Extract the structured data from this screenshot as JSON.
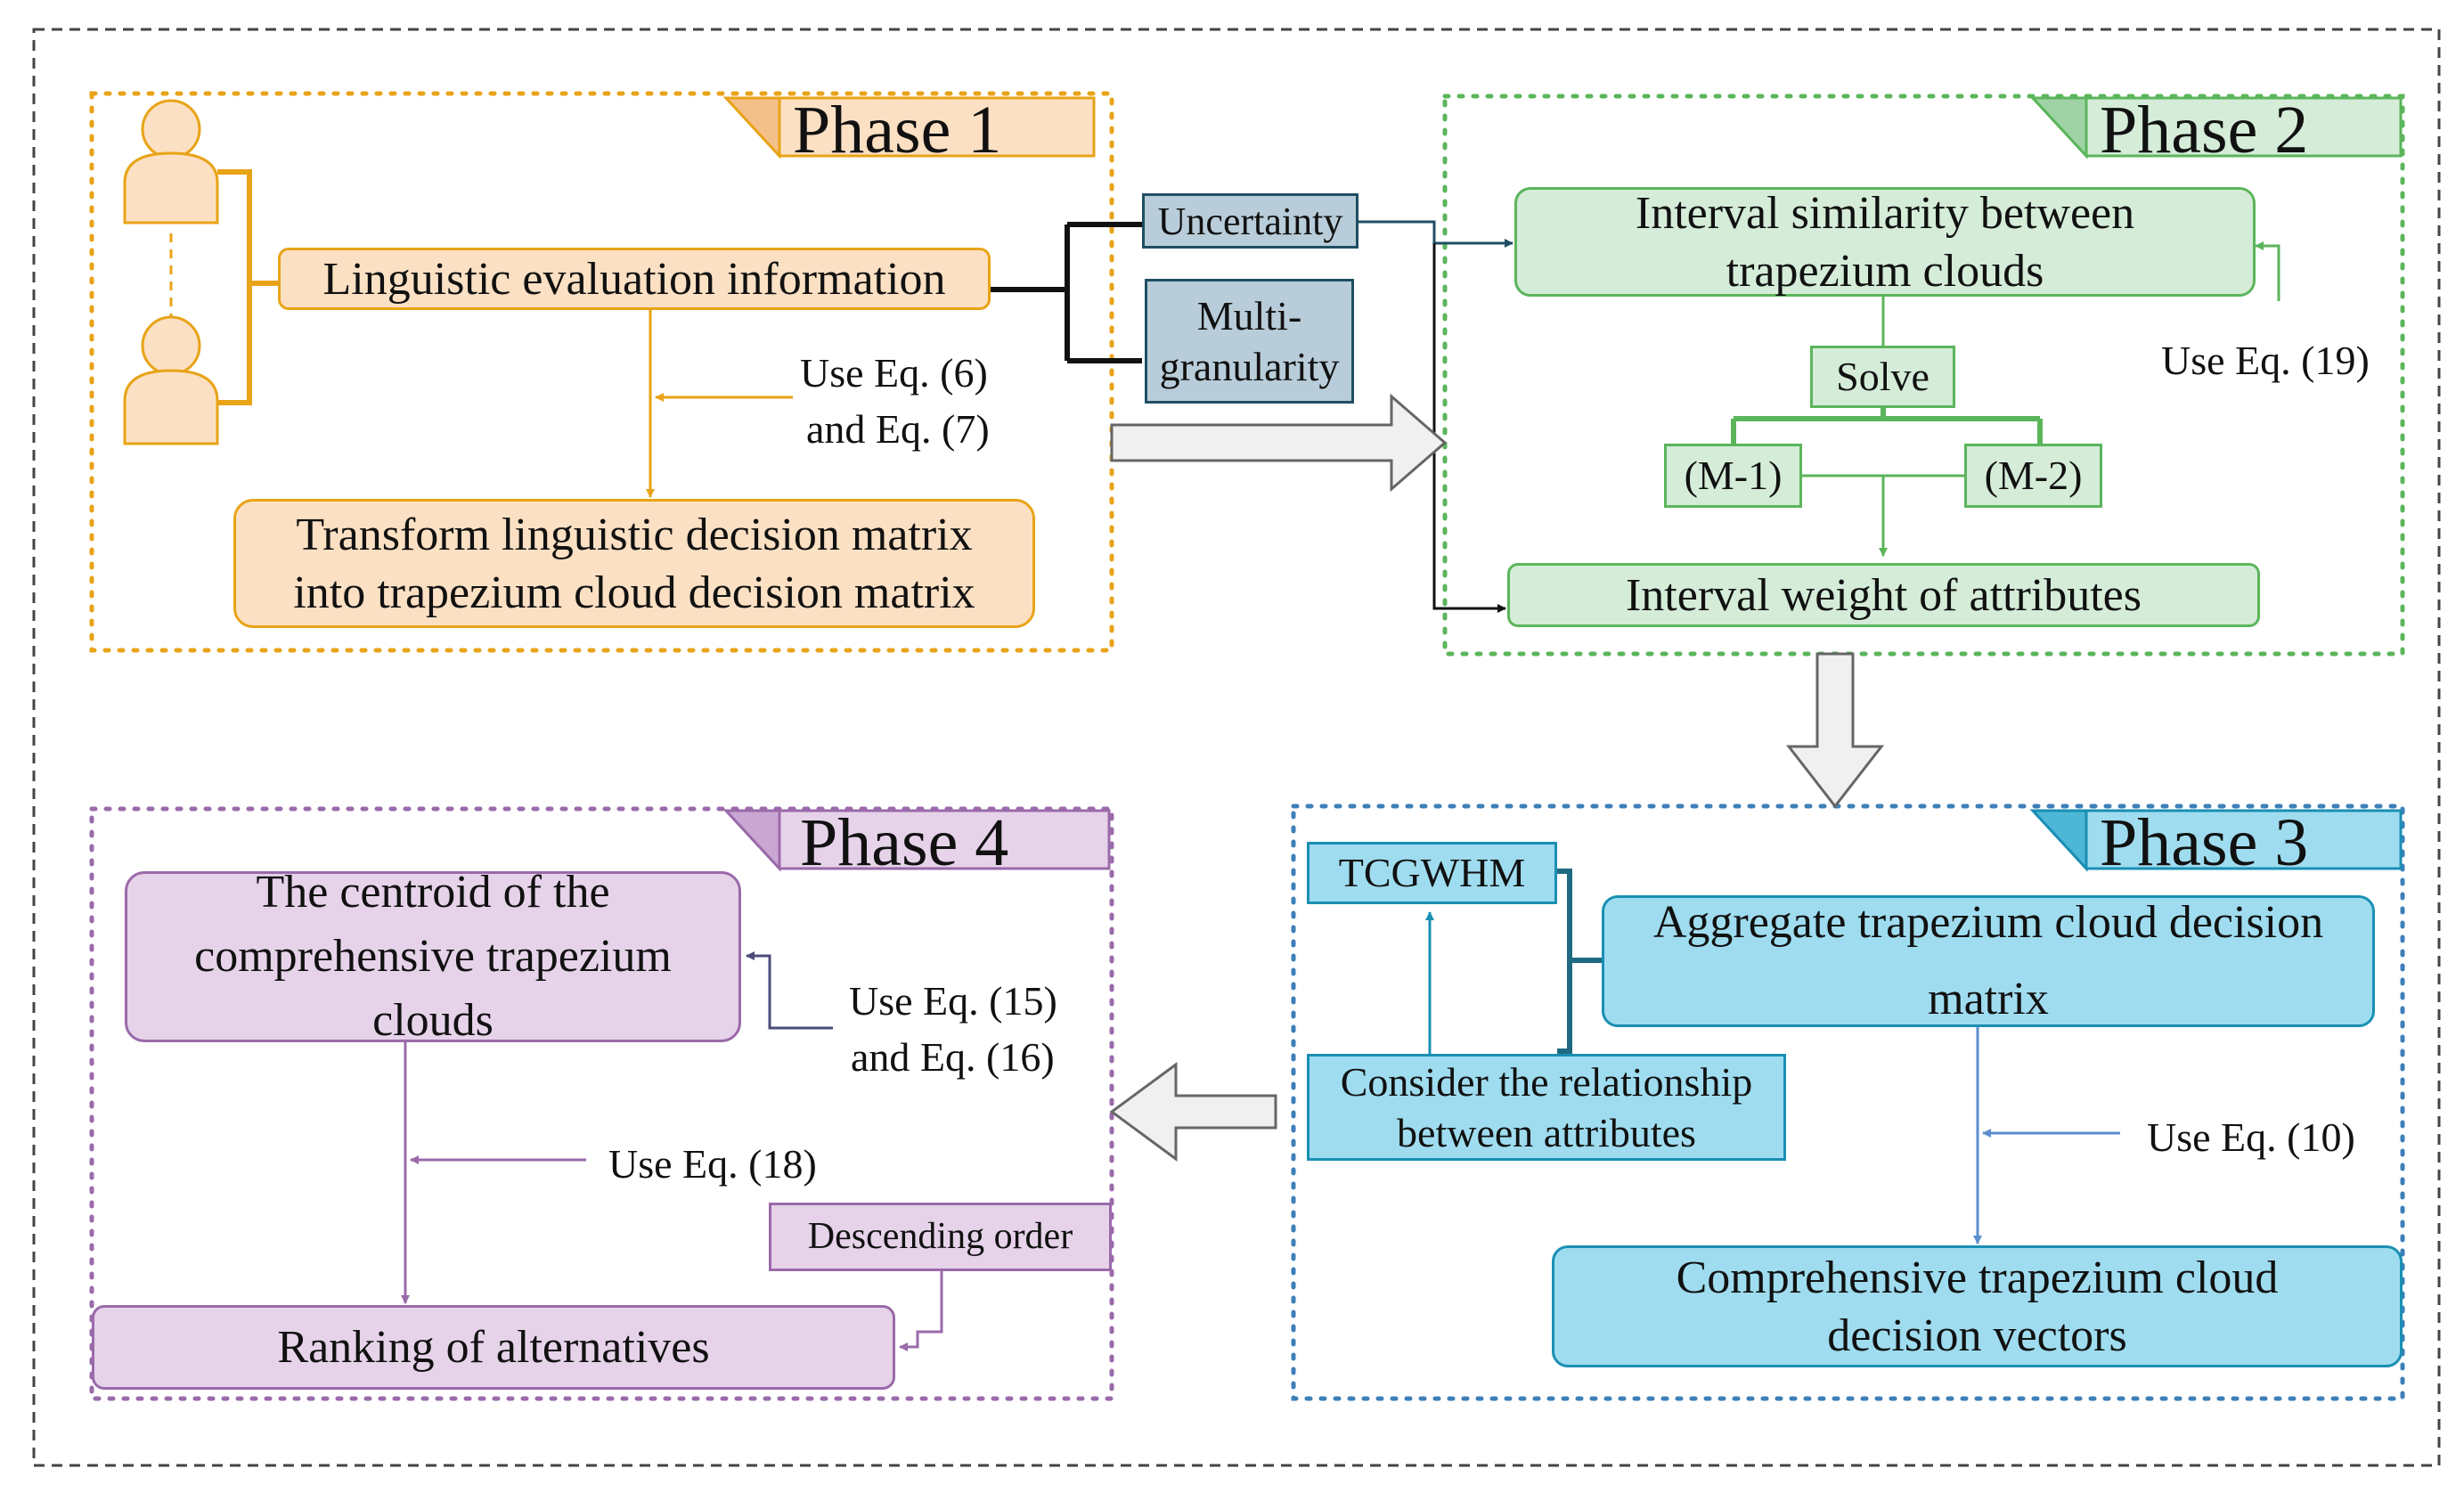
{
  "phase1": {
    "title": "Phase 1",
    "linguistic_info": "Linguistic evaluation information",
    "use_eq_6": "Use Eq. (6)",
    "and_eq_7": "and Eq. (7)",
    "transform_line1": "Transform linguistic decision matrix",
    "transform_line2": "into trapezium cloud decision matrix",
    "icon": "person-icon",
    "color": "#e8a317",
    "fill": "#fce0c3"
  },
  "middle": {
    "uncertainty": "Uncertainty",
    "multi_line1": "Multi-",
    "multi_line2": "granularity",
    "fill": "#b8cdd9"
  },
  "phase2": {
    "title": "Phase 2",
    "similarity_line1": "Interval similarity between",
    "similarity_line2": "trapezium clouds",
    "solve": "Solve",
    "m1": "(M-1)",
    "m2": "(M-2)",
    "use_eq_19": "Use Eq. (19)",
    "weight": "Interval weight of attributes",
    "color": "#5bb55b",
    "fill": "#d4ecd8"
  },
  "phase3": {
    "title": "Phase 3",
    "tcgwhm": "TCGWHM",
    "aggregate_line1": "Aggregate trapezium cloud decision",
    "aggregate_line2": "matrix",
    "consider_line1": "Consider the relationship",
    "consider_line2": "between attributes",
    "use_eq_10": "Use Eq. (10)",
    "comprehensive_line1": "Comprehensive trapezium cloud",
    "comprehensive_line2": "decision vectors",
    "color": "#1a8fb4",
    "fill": "#9fdcef"
  },
  "phase4": {
    "title": "Phase 4",
    "centroid_line1": "The centroid of the",
    "centroid_line2": "comprehensive trapezium",
    "centroid_line3": "clouds",
    "use_eq_15": "Use Eq. (15)",
    "and_eq_16": "and Eq. (16)",
    "use_eq_18": "Use Eq. (18)",
    "descending": "Descending order",
    "ranking": "Ranking of alternatives",
    "color": "#9a6aaa",
    "fill": "#e6d3ea"
  }
}
